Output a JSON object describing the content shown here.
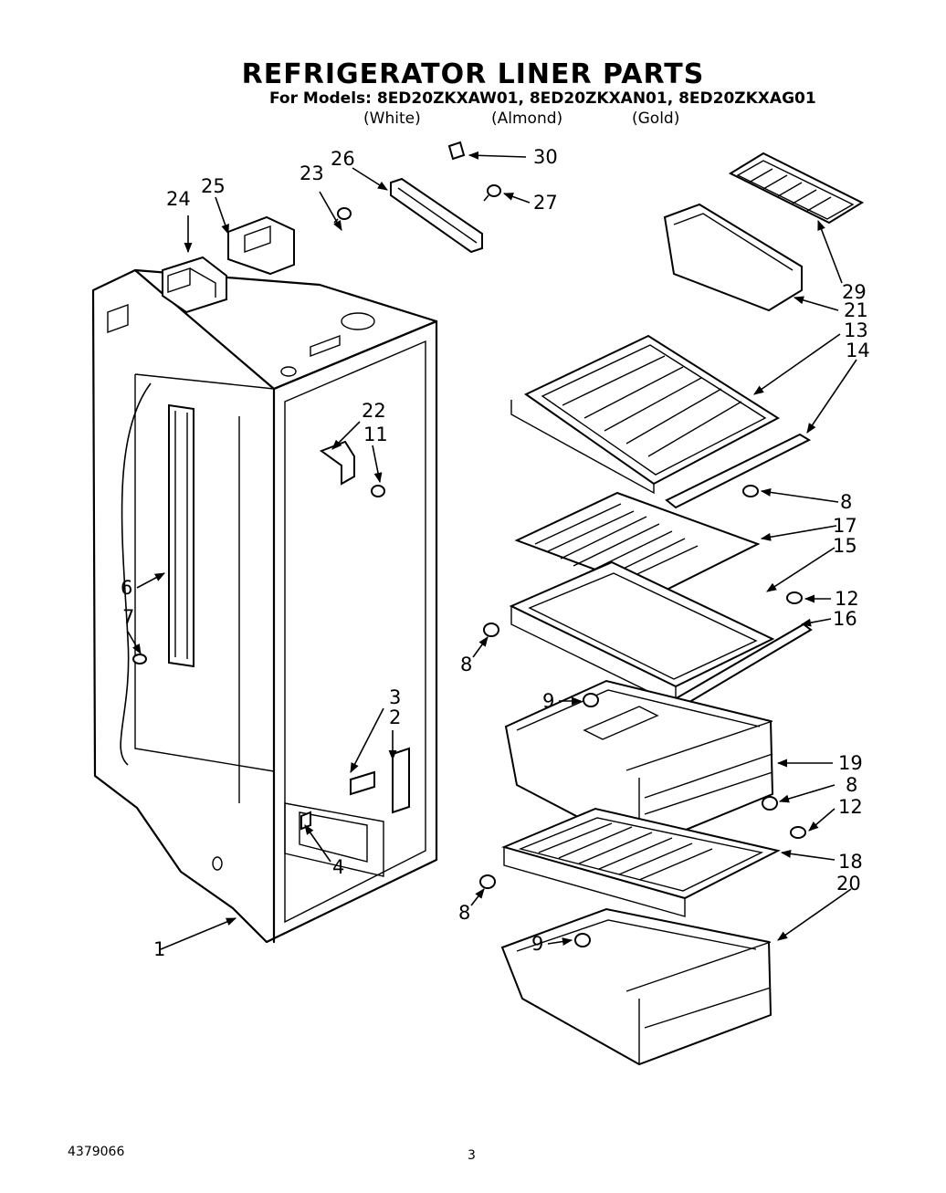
{
  "header": {
    "title": "REFRIGERATOR LINER PARTS",
    "models_line": "For Models: 8ED20ZKXAW01, 8ED20ZKXAN01, 8ED20ZKXAG01",
    "colors": [
      "(White)",
      "(Almond)",
      "(Gold)"
    ]
  },
  "footer": {
    "doc_number": "4379066",
    "page_number": "3"
  },
  "callouts": {
    "c1": "1",
    "c2": "2",
    "c3": "3",
    "c4": "4",
    "c6": "6",
    "c7": "7",
    "c8a": "8",
    "c8b": "8",
    "c8c": "8",
    "c8d": "8",
    "c9a": "9",
    "c9b": "9",
    "c11": "11",
    "c12a": "12",
    "c12b": "12",
    "c13": "13",
    "c14": "14",
    "c15": "15",
    "c16": "16",
    "c17": "17",
    "c18": "18",
    "c19": "19",
    "c20": "20",
    "c21": "21",
    "c22": "22",
    "c23": "23",
    "c24": "24",
    "c25": "25",
    "c26": "26",
    "c27": "27",
    "c29": "29",
    "c30": "30"
  }
}
